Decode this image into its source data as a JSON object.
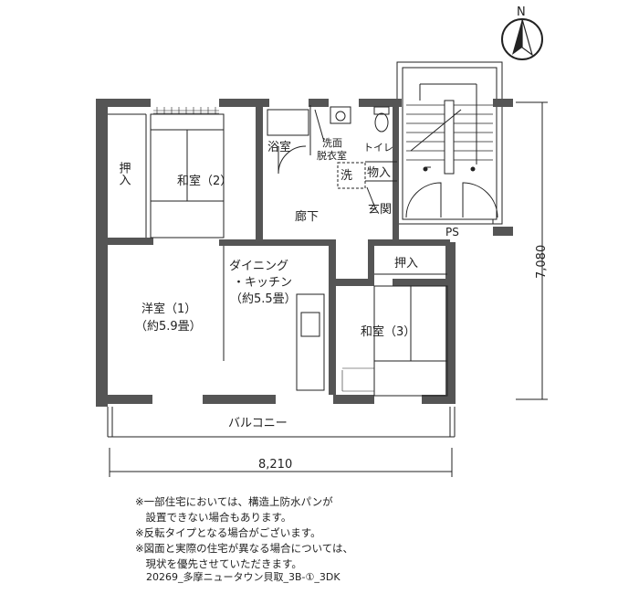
{
  "north_label": "N",
  "rooms": {
    "oshiire_left": "押入",
    "washitsu2": "和室（2）",
    "yokushitsu": "浴室",
    "senmen1": "洗面",
    "senmen2": "脱衣室",
    "toilet": "トイレ",
    "sen": "洗",
    "monoire": "物入",
    "genkan": "玄関",
    "rouka": "廊下",
    "ps": "PS",
    "oshiire_right": "押入",
    "dk1": "ダイニング",
    "dk2": "・キッチン",
    "dk3": "（約5.5畳）",
    "youshitsu1": "洋室（1）",
    "youshitsu2": "（約5.9畳）",
    "washitsu3": "和室（3）",
    "balcony": "バルコニー"
  },
  "dimensions": {
    "width": "8,210",
    "depth": "7,080"
  },
  "notes": [
    "※一部住宅においては、構造上防水パンが",
    "　設置できない場合もあります。",
    "※反転タイプとなる場合がございます。",
    "※図面と実際の住宅が異なる場合については、",
    "　現状を優先させていただきます。"
  ],
  "caption": "20269_多摩ニュータウン貝取_3B-①_3DK"
}
